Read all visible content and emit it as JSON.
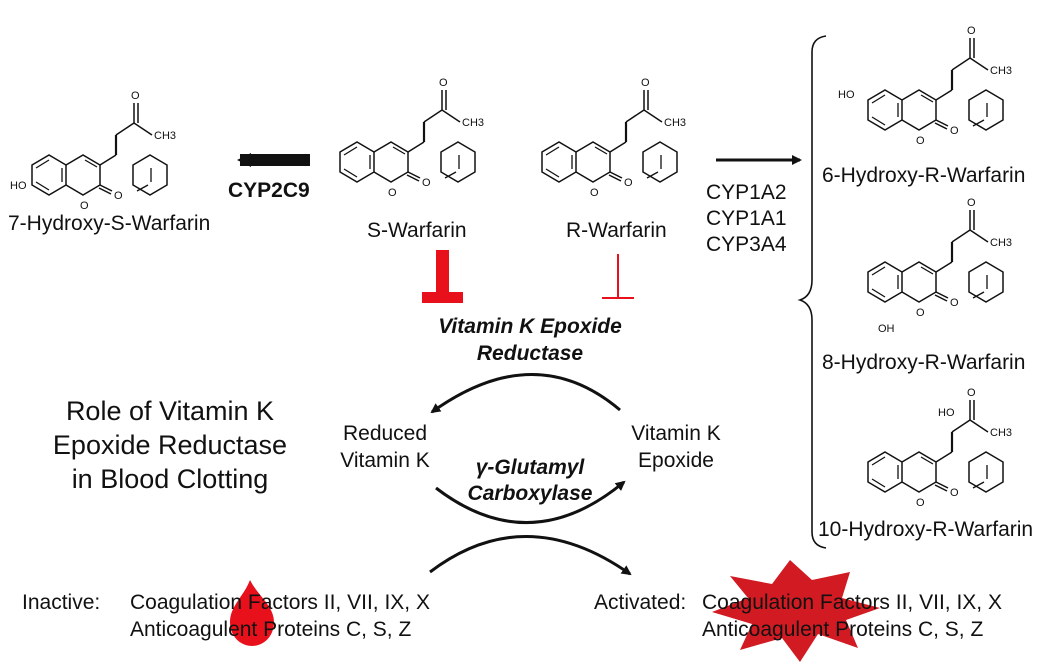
{
  "compounds": {
    "hydroxy7_s": "7-Hydroxy-S-Warfarin",
    "s_warfarin": "S-Warfarin",
    "r_warfarin": "R-Warfarin",
    "hydroxy6_r": "6-Hydroxy-R-Warfarin",
    "hydroxy8_r": "8-Hydroxy-R-Warfarin",
    "hydroxy10_r": "10-Hydroxy-R-Warfarin"
  },
  "enzymes": {
    "cyp2c9": "CYP2C9",
    "cyp_r": [
      "CYP1A2",
      "CYP1A1",
      "CYP3A4"
    ],
    "vkor": [
      "Vitamin K Epoxide",
      "Reductase"
    ],
    "ggcx": [
      "γ-Glutamyl",
      "Carboxylase"
    ]
  },
  "atoms": {
    "o": "O",
    "ch3": "CH3",
    "ho": "HO",
    "oh": "OH"
  },
  "cycle": {
    "reduced": [
      "Reduced",
      "Vitamin K"
    ],
    "epoxide": [
      "Vitamin K",
      "Epoxide"
    ]
  },
  "title_lines": [
    "Role of Vitamin K",
    "Epoxide Reductase",
    "in Blood Clotting"
  ],
  "factors": {
    "inactive_label": "Inactive:",
    "activated_label": "Activated:",
    "line1": "Coagulation Factors II, VII, IX, X",
    "line2": "Anticoagulent Proteins C, S, Z"
  },
  "colors": {
    "inhibit": "#e8101a",
    "drop": "#e8101a",
    "burst": "#d11a22",
    "ink": "#111111"
  }
}
